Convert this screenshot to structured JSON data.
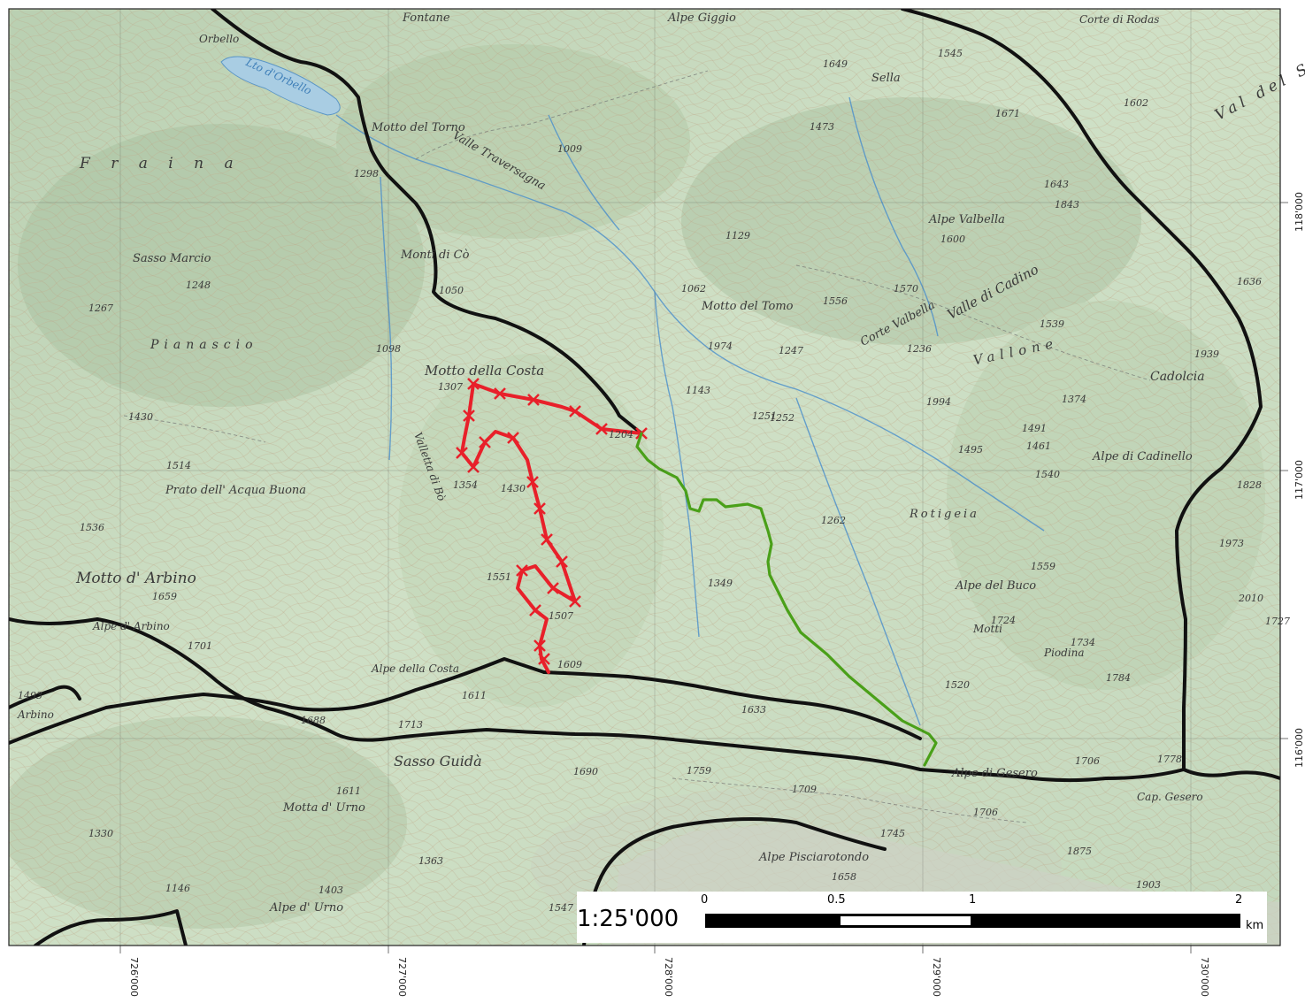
{
  "map": {
    "scale": "1:25'000",
    "scale_bar": {
      "ticks": [
        "0",
        "0.5",
        "1",
        "2"
      ],
      "unit": "km"
    },
    "grid": {
      "x_labels": [
        "726'000",
        "727'000",
        "728'000",
        "729'000",
        "730'000"
      ],
      "y_labels": [
        "118'000",
        "117'000",
        "116'000"
      ]
    },
    "places": [
      "Motto della Costa",
      "Motto d' Arbino",
      "Pianascio",
      "Sasso Marcio",
      "Prato dell' Acqua Buona",
      "Alpe della Costa",
      "Sasso Guidà",
      "Motta d' Urno",
      "Alpe d' Urno",
      "Alpe Pisciarotondo",
      "Alpe di Gesero",
      "Alpe del Buco",
      "Alpe di Cadinello",
      "Cadolcia",
      "Alpe Valbella",
      "Motto del Tomo",
      "Monti di Cò",
      "Motto del Torno",
      "Fontane",
      "Alpe Giggio",
      "Sella",
      "Corte di Rodas",
      "Lto d'Orbello",
      "Vallone",
      "Valle di Cadino",
      "Corte Valbella",
      "Cap. Gesero",
      "Piodina",
      "Motti",
      "Alpe d' Arbino",
      "Rotigeia",
      "Valletta di Bò",
      "Valle Traversagna",
      "F r a i n a",
      "Val del S",
      "Orbello",
      "Arbino"
    ],
    "spot_heights": [
      "1307",
      "1354",
      "1430",
      "1551",
      "1507",
      "1609",
      "1611",
      "1633",
      "1713",
      "1701",
      "1659",
      "1536",
      "1514",
      "1430",
      "1267",
      "1248",
      "1098",
      "1050",
      "1062",
      "1129",
      "1251",
      "1252",
      "1262",
      "1349",
      "1520",
      "1559",
      "1724",
      "1734",
      "1784",
      "1778",
      "1706",
      "1745",
      "1759",
      "1709",
      "1690",
      "1611",
      "1330",
      "1363",
      "1403",
      "1146",
      "1547",
      "1658",
      "1875",
      "1903",
      "1828",
      "1973",
      "2010",
      "1636",
      "1602",
      "1671",
      "1643",
      "1473",
      "1649",
      "1545",
      "1009",
      "1843",
      "1600",
      "1570",
      "1556",
      "1539",
      "1236",
      "1491",
      "1495",
      "1461",
      "1994",
      "1374",
      "1493",
      "1688",
      "1939",
      "1727",
      "1204",
      "1143",
      "1974",
      "1706",
      "1247",
      "1298",
      "1540"
    ],
    "colors": {
      "background": "#c9dcc2",
      "route_red": "#e8202a",
      "route_green": "#4aa019",
      "boundary": "#111111",
      "water": "#4a8fcc"
    }
  }
}
